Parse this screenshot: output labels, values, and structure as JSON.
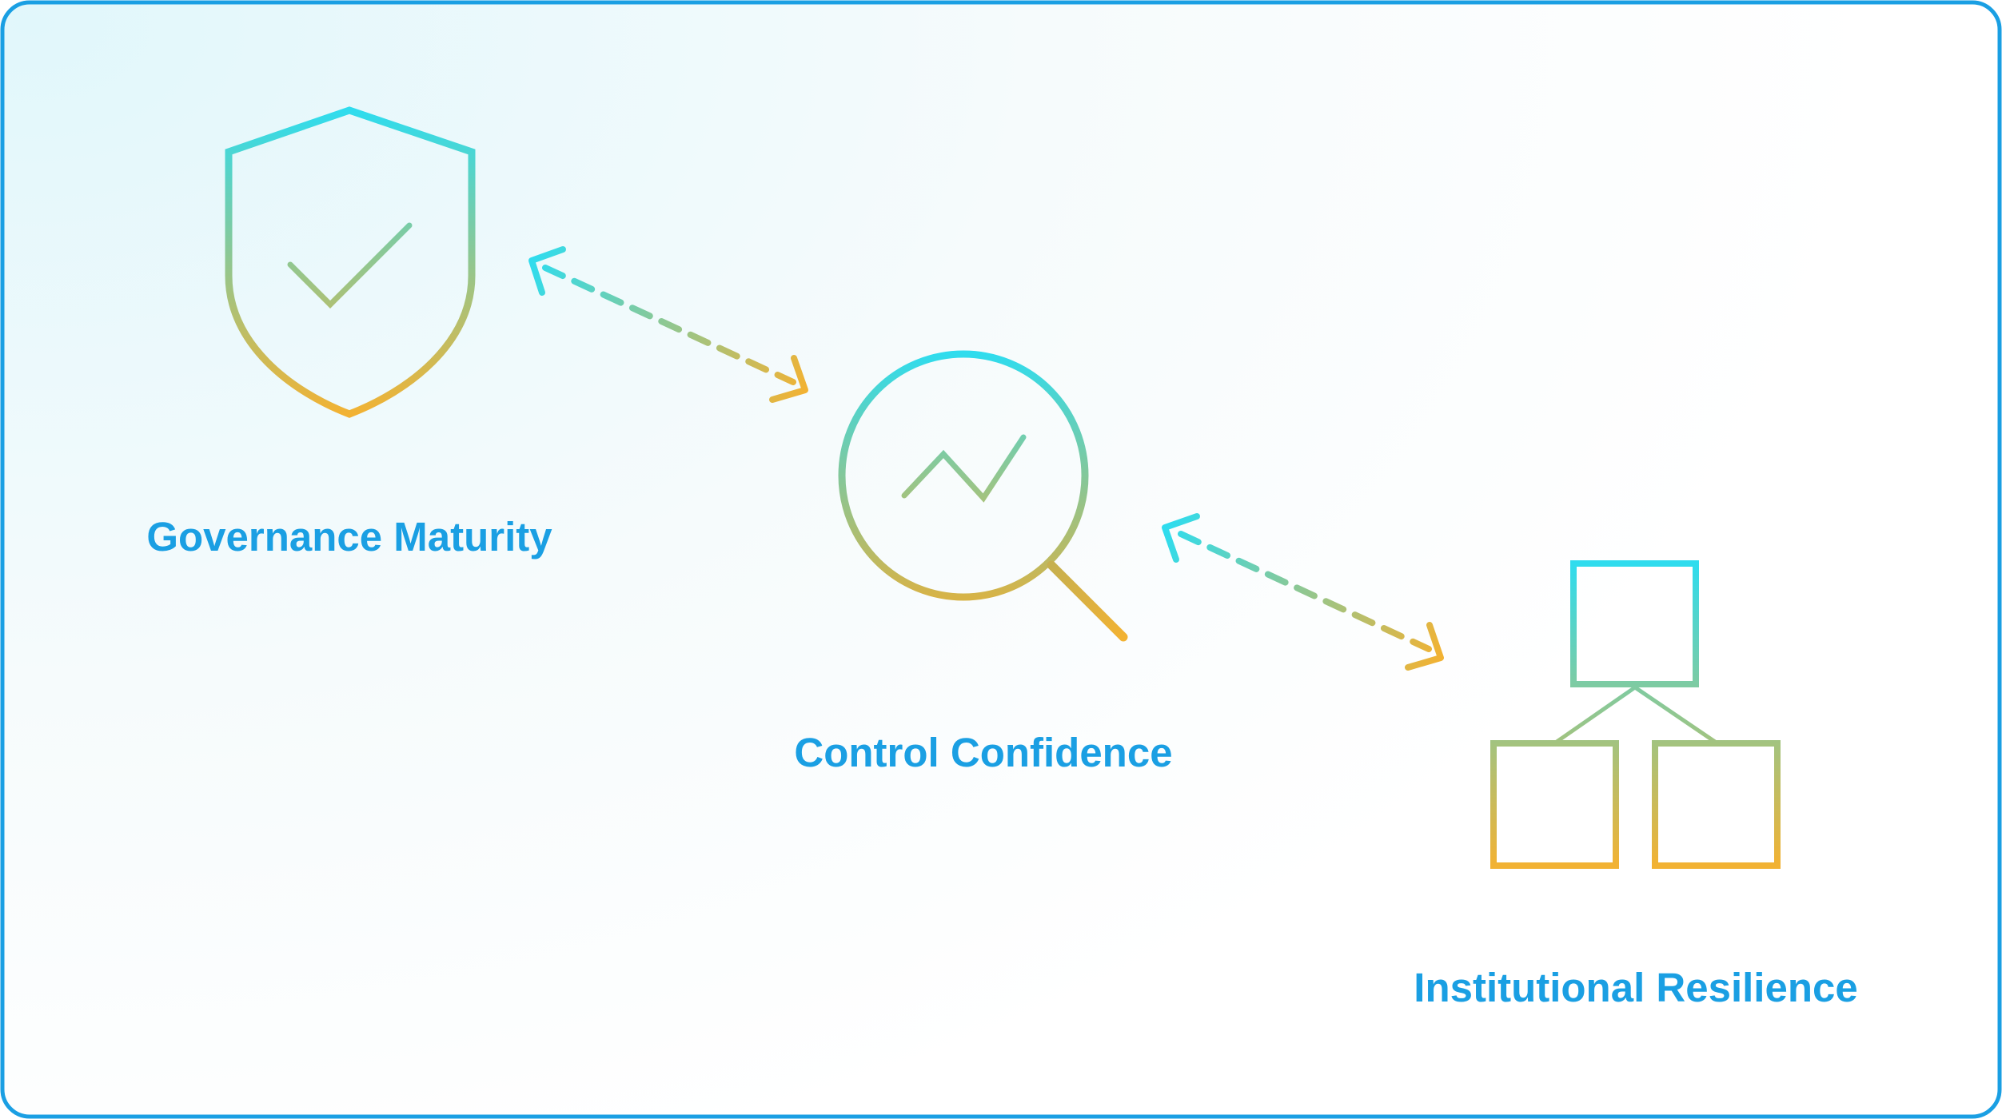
{
  "colors": {
    "label": "#1a9fe3",
    "border": "#1a9fe3",
    "gradient_start": "#2fdcee",
    "gradient_end": "#f2b233",
    "background_tint": "#e3f7fb"
  },
  "nodes": [
    {
      "id": "governance",
      "label": "Governance Maturity",
      "icon": "shield-check-icon"
    },
    {
      "id": "control",
      "label": "Control Confidence",
      "icon": "magnifier-trend-icon"
    },
    {
      "id": "resilience",
      "label": "Institutional Resilience",
      "icon": "hierarchy-icon"
    }
  ],
  "connectors": [
    {
      "from": "governance",
      "to": "control",
      "style": "dashed",
      "direction": "bidirectional"
    },
    {
      "from": "control",
      "to": "resilience",
      "style": "dashed",
      "direction": "bidirectional"
    }
  ]
}
